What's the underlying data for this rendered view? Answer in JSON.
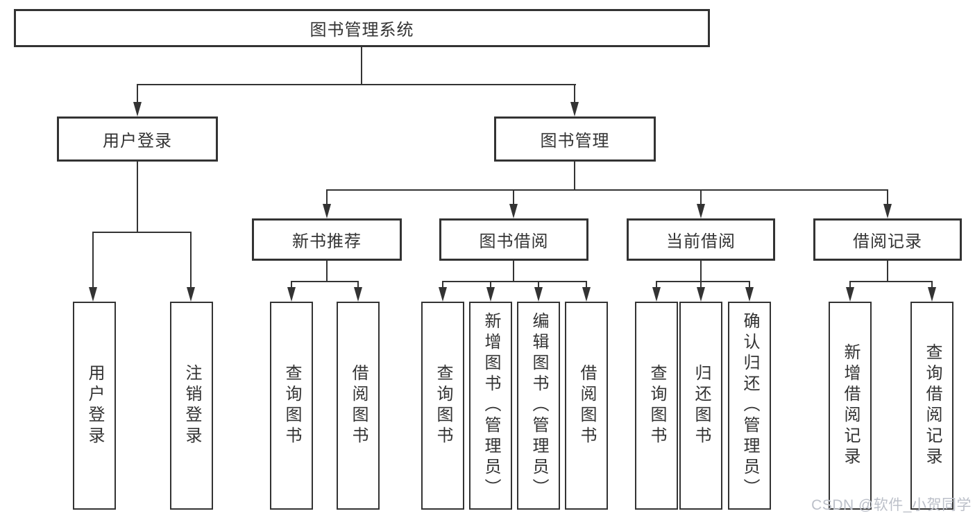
{
  "tree": {
    "root": {
      "label": "图书管理系统"
    },
    "branches": [
      {
        "label": "用户登录",
        "children": [
          {
            "label": "用户登录"
          },
          {
            "label": "注销登录"
          }
        ]
      },
      {
        "label": "图书管理",
        "children": [
          {
            "label": "新书推荐",
            "children": [
              {
                "label": "查询图书"
              },
              {
                "label": "借阅图书"
              }
            ]
          },
          {
            "label": "图书借阅",
            "children": [
              {
                "label": "查询图书"
              },
              {
                "label": "新增图书（管理员）"
              },
              {
                "label": "编辑图书（管理员）"
              },
              {
                "label": "借阅图书"
              }
            ]
          },
          {
            "label": "当前借阅",
            "children": [
              {
                "label": "查询图书"
              },
              {
                "label": "归还图书"
              },
              {
                "label": "确认归还（管理员）"
              }
            ]
          },
          {
            "label": "借阅记录",
            "children": [
              {
                "label": "新增借阅记录"
              },
              {
                "label": "查询借阅记录"
              }
            ]
          }
        ]
      }
    ]
  },
  "watermark": {
    "text": "CSDN @软件_小贺同学"
  },
  "colors": {
    "line": "#333333",
    "background": "#ffffff",
    "watermark": "#bcc0c9"
  }
}
